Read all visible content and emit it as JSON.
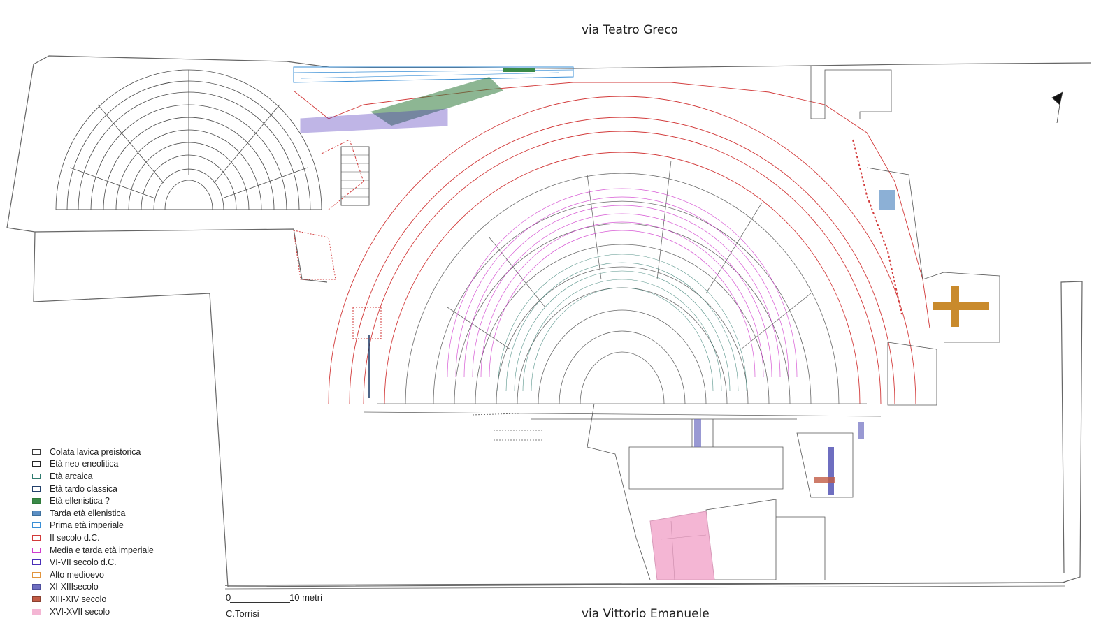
{
  "streets": {
    "top": "via Teatro Greco",
    "bottom": "via Vittorio Emanuele"
  },
  "legend": [
    {
      "label": "Colata lavica preistorica",
      "color": "#3a3a3a",
      "fill": "none"
    },
    {
      "label": "Età neo-eneolitica",
      "color": "#262626",
      "fill": "none"
    },
    {
      "label": "Età arcaica",
      "color": "#2f7a6e",
      "fill": "none"
    },
    {
      "label": "Età tardo classica",
      "color": "#23406b",
      "fill": "none"
    },
    {
      "label": "Età ellenistica ?",
      "color": "#2f7a3a",
      "fill": "#3a8a48"
    },
    {
      "label": "Tarda età ellenistica",
      "color": "#3d6f9c",
      "fill": "#5b8fc4"
    },
    {
      "label": "Prima età imperiale",
      "color": "#3a8fd6",
      "fill": "none"
    },
    {
      "label": "II secolo d.C.",
      "color": "#d23a3a",
      "fill": "none"
    },
    {
      "label": "Media e tarda età imperiale",
      "color": "#d03ccd",
      "fill": "none"
    },
    {
      "label": "VI-VII secolo d.C.",
      "color": "#4a2fb8",
      "fill": "none"
    },
    {
      "label": "Alto medioevo",
      "color": "#e2953e",
      "fill": "none"
    },
    {
      "label": "XI-XIIIsecolo",
      "color": "#4e4e9c",
      "fill": "#6e6ec0"
    },
    {
      "label": "XIII-XIV secolo",
      "color": "#8a4030",
      "fill": "#c25b45"
    },
    {
      "label": "XVI-XVII secolo",
      "color": "#f4b6d4",
      "fill": "#f4b6d4"
    }
  ],
  "scale": {
    "start": "0",
    "end": "10 metri"
  },
  "author": "C.Torrisi",
  "colors": {
    "outline": "#555555",
    "red": "#d23a3a",
    "magenta": "#d03ccd",
    "green": "#2f7a3a",
    "teal": "#2f7a6e",
    "light_blue": "#3a8fd6",
    "blue_fill": "#5b8fc4",
    "violet": "#4a2fb8",
    "orange": "#c98a2c",
    "pink": "#f4b6d4",
    "dark_blue": "#23406b"
  }
}
